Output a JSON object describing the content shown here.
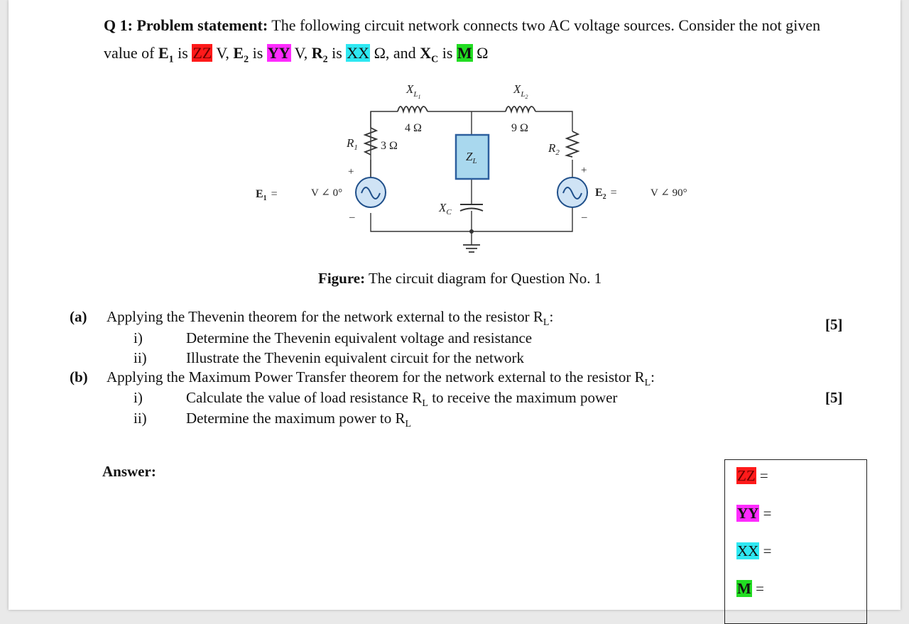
{
  "problem": {
    "label": "Q 1: Problem statement:",
    "text1": "The following circuit network connects two AC voltage sources. Consider the not given",
    "line2": {
      "t1": "value of ",
      "e1": "E",
      "e1_sub": "1",
      "t2": " is ",
      "zz": "ZZ",
      "t3": " V, ",
      "e2": "E",
      "e2_sub": "2",
      "t4": " is ",
      "yy": "YY",
      "t5": " V, ",
      "r2": "R",
      "r2_sub": "2",
      "t6": " is ",
      "xx": "XX",
      "t7": " Ω, and ",
      "xc": "X",
      "xc_sub": "C",
      "t8": " is ",
      "m": "M",
      "t9": " Ω"
    }
  },
  "circuit": {
    "xl1": "X",
    "xl1_sub": "L",
    "xl1_subsub": "1",
    "xl1_value": "4 Ω",
    "xl2": "X",
    "xl2_sub": "L",
    "xl2_subsub": "2",
    "xl2_value": "9 Ω",
    "r1": "R",
    "r1_sub": "1",
    "r1_value": "3 Ω",
    "r2": "R",
    "r2_sub": "2",
    "zl": "Z",
    "zl_sub": "L",
    "xc": "X",
    "xc_sub": "C",
    "e1_label": "E",
    "e1_sub": "1",
    "e1_eq": "=",
    "e1_value": "V ∠ 0°",
    "e2_label": "E",
    "e2_sub": "2",
    "e2_eq": "=",
    "e2_value": "V ∠ 90°",
    "plus": "+",
    "minus": "–"
  },
  "figure_caption": {
    "bold": "Figure:",
    "text": " The circuit diagram for Question No. 1"
  },
  "part_a": {
    "label": "(a)",
    "text": "Applying the Thevenin theorem for the network external to the resistor R",
    "sub": "L",
    "colon": ":",
    "marks": "[5]",
    "items": [
      {
        "num": "i)",
        "text": "Determine the Thevenin equivalent voltage and resistance"
      },
      {
        "num": "ii)",
        "text": "Illustrate the Thevenin equivalent circuit for the network"
      }
    ]
  },
  "part_b": {
    "label": "(b)",
    "text": "Applying the Maximum Power Transfer theorem for the network external to the resistor R",
    "sub": "L",
    "colon": ":",
    "marks": "[5]",
    "items": [
      {
        "num": "i)",
        "text": "Calculate the value of load resistance R",
        "sub": "L",
        "text2": " to receive the maximum power"
      },
      {
        "num": "ii)",
        "text": "Determine the maximum power to R",
        "sub": "L"
      }
    ]
  },
  "answer": {
    "label": "Answer:",
    "rows": [
      {
        "var": "ZZ",
        "eq": "="
      },
      {
        "var": "YY",
        "eq": "="
      },
      {
        "var": "XX",
        "eq": "="
      },
      {
        "var": "M",
        "eq": "="
      }
    ]
  },
  "colors": {
    "zz_highlight": "#ff1a1a",
    "yy_highlight": "#ff2bff",
    "xx_highlight": "#2ee8f2",
    "m_highlight": "#22dd22",
    "source_fill": "#cfe3f5",
    "source_stroke": "#1f4f8a",
    "zl_fill": "#a9d8ee",
    "zl_stroke": "#2c5f9e"
  }
}
